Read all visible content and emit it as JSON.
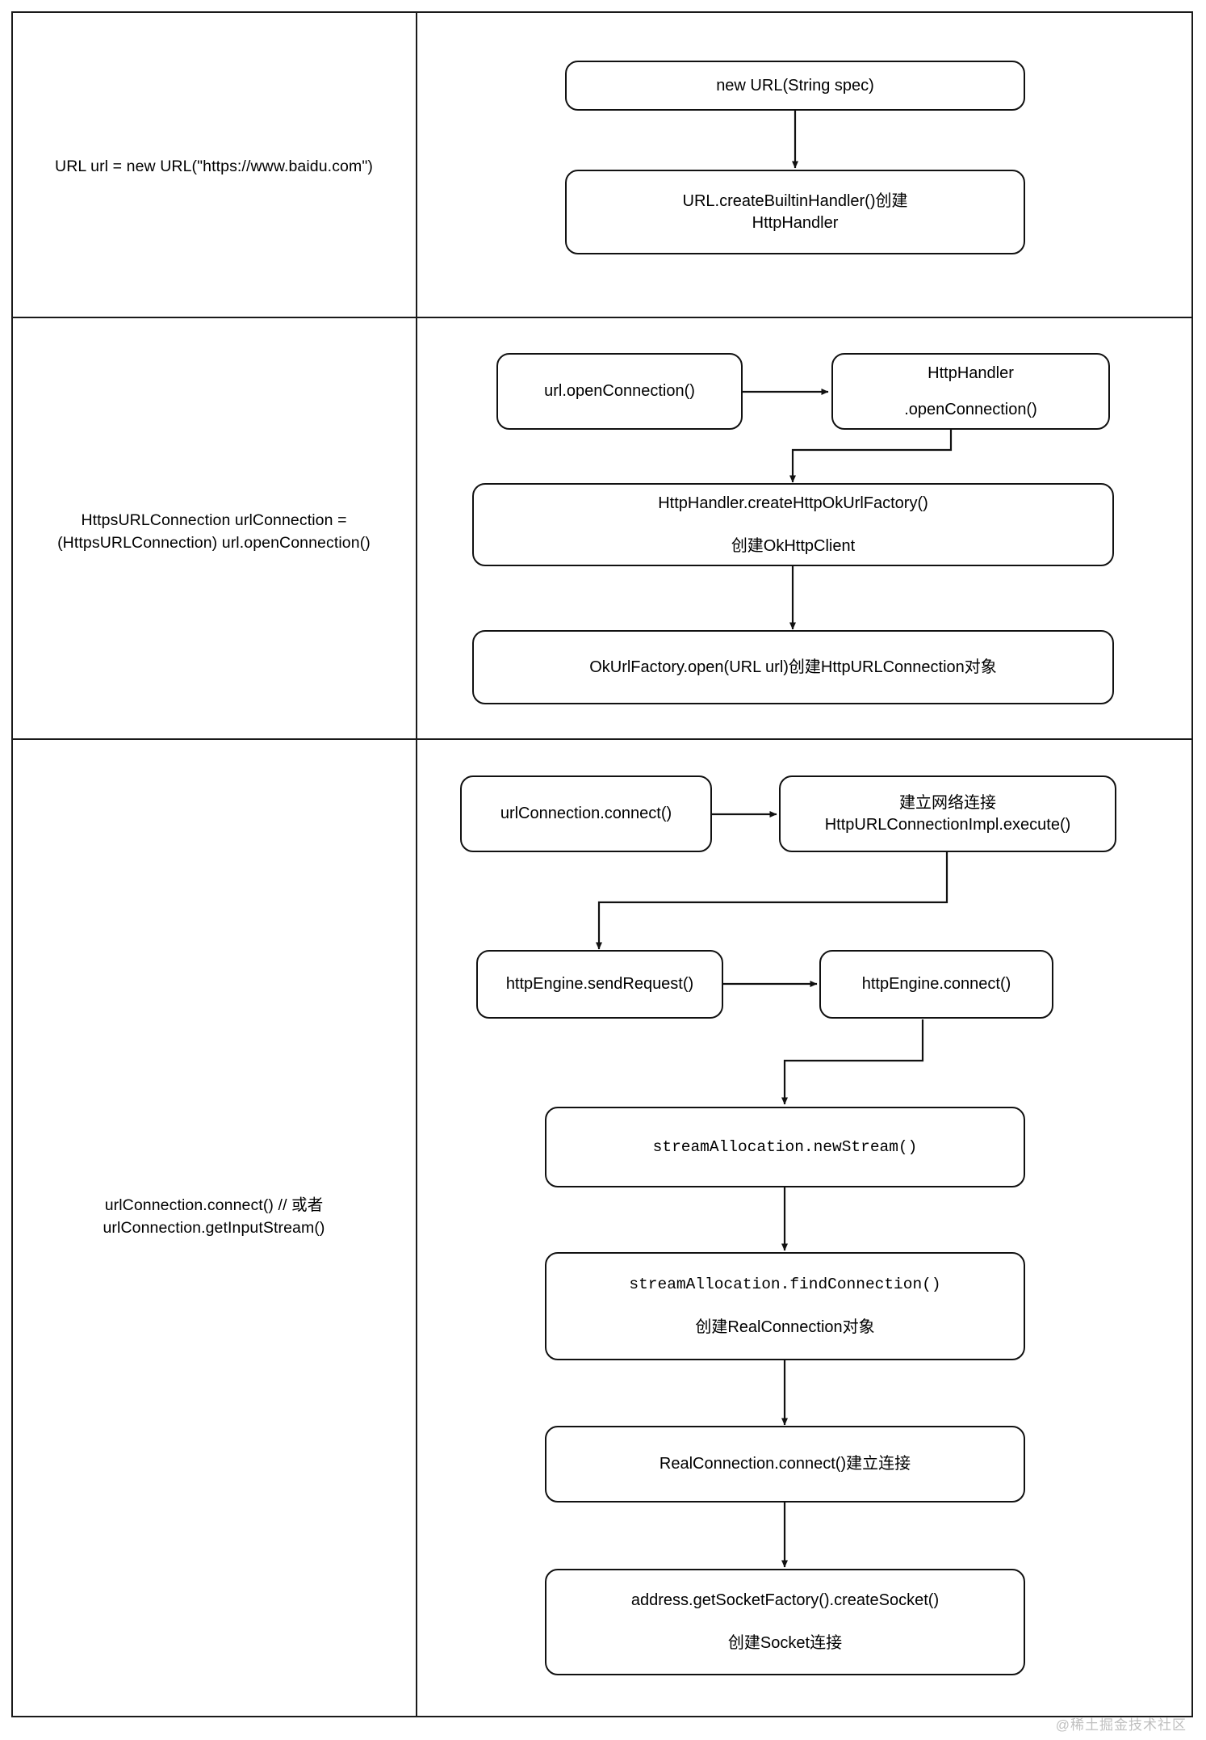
{
  "diagram": {
    "title_absent": true,
    "watermark": "@稀土掘金技术社区",
    "rows": [
      {
        "id": "row-1",
        "label": "URL url = new URL(\"https://www.baidu.com\")",
        "nodes": [
          {
            "id": "n1",
            "lines": [
              "new URL(String spec)"
            ],
            "mono": false
          },
          {
            "id": "n2",
            "lines": [
              "URL.createBuiltinHandler()创建",
              "HttpHandler"
            ],
            "mono": false
          }
        ],
        "edges": [
          {
            "from": "n1",
            "to": "n2",
            "kind": "straight-down"
          }
        ]
      },
      {
        "id": "row-2",
        "label": "HttpsURLConnection urlConnection =\n(HttpsURLConnection) url.openConnection()",
        "label_lines": [
          "HttpsURLConnection urlConnection =",
          "(HttpsURLConnection) url.openConnection()"
        ],
        "nodes": [
          {
            "id": "n3",
            "lines": [
              "url.openConnection()"
            ],
            "mono": false
          },
          {
            "id": "n4",
            "lines": [
              "HttpHandler",
              "",
              ".openConnection()"
            ],
            "mono": false
          },
          {
            "id": "n5",
            "lines": [
              "HttpHandler.createHttpOkUrlFactory()",
              "",
              "创建OkHttpClient"
            ],
            "mono": false
          },
          {
            "id": "n6",
            "lines": [
              "OkUrlFactory.open(URL url)创建HttpURLConnection对象"
            ],
            "mono": false
          }
        ],
        "edges": [
          {
            "from": "n3",
            "to": "n4",
            "kind": "straight-right"
          },
          {
            "from": "n4",
            "to": "n5",
            "kind": "elbow-down-left"
          },
          {
            "from": "n5",
            "to": "n6",
            "kind": "straight-down"
          }
        ]
      },
      {
        "id": "row-3",
        "label_lines": [
          "urlConnection.connect()",
          "// 或者",
          "urlConnection.getInputStream()"
        ],
        "nodes": [
          {
            "id": "n7",
            "lines": [
              "urlConnection.connect()"
            ],
            "mono": false
          },
          {
            "id": "n8",
            "lines": [
              "建立网络连接",
              "HttpURLConnectionImpl.execute()"
            ],
            "mono": false
          },
          {
            "id": "n9",
            "lines": [
              "httpEngine.sendRequest()"
            ],
            "mono": false
          },
          {
            "id": "n10",
            "lines": [
              "httpEngine.connect()"
            ],
            "mono": false
          },
          {
            "id": "n11",
            "lines": [
              "streamAllocation.newStream()"
            ],
            "mono": true
          },
          {
            "id": "n12",
            "lines": [
              "streamAllocation.findConnection()",
              "",
              "创建RealConnection对象"
            ],
            "mono": true,
            "mono_first_line_only": true
          },
          {
            "id": "n13",
            "lines": [
              "RealConnection.connect()建立连接"
            ],
            "mono": false
          },
          {
            "id": "n14",
            "lines": [
              "address.getSocketFactory().createSocket()",
              "",
              "创建Socket连接"
            ],
            "mono": false
          }
        ],
        "edges": [
          {
            "from": "n7",
            "to": "n8",
            "kind": "straight-right"
          },
          {
            "from": "n8",
            "to": "n9",
            "kind": "elbow-down-left"
          },
          {
            "from": "n9",
            "to": "n10",
            "kind": "straight-right"
          },
          {
            "from": "n10",
            "to": "n11",
            "kind": "elbow-down-left"
          },
          {
            "from": "n11",
            "to": "n12",
            "kind": "straight-down"
          },
          {
            "from": "n12",
            "to": "n13",
            "kind": "straight-down"
          },
          {
            "from": "n13",
            "to": "n14",
            "kind": "straight-down"
          }
        ]
      }
    ]
  },
  "colors": {
    "stroke": "#111111",
    "table_border": "#1a1a1a",
    "background": "#ffffff",
    "watermark": "#bfbfbf"
  },
  "text": {
    "r1_label": "URL url = new URL(\"https://www.baidu.com\")",
    "n1_l1": "new URL(String spec)",
    "n2_l1": "URL.createBuiltinHandler()创建",
    "n2_l2": "HttpHandler",
    "r2_label_l1": "HttpsURLConnection urlConnection =",
    "r2_label_l2": "(HttpsURLConnection) url.openConnection()",
    "n3_l1": "url.openConnection()",
    "n4_l1": "HttpHandler",
    "n4_l2": ".openConnection()",
    "n5_l1": "HttpHandler.createHttpOkUrlFactory()",
    "n5_l2": "创建OkHttpClient",
    "n6_l1": "OkUrlFactory.open(URL url)创建HttpURLConnection对象",
    "r3_label_l1": "urlConnection.connect()",
    "r3_label_l2": "// 或者",
    "r3_label_l3": "urlConnection.getInputStream()",
    "n7_l1": "urlConnection.connect()",
    "n8_l1": "建立网络连接",
    "n8_l2": "HttpURLConnectionImpl.execute()",
    "n9_l1": "httpEngine.sendRequest()",
    "n10_l1": "httpEngine.connect()",
    "n11_l1": "streamAllocation.newStream()",
    "n12_l1": "streamAllocation.findConnection()",
    "n12_l2": "创建RealConnection对象",
    "n13_l1": "RealConnection.connect()建立连接",
    "n14_l1": "address.getSocketFactory().createSocket()",
    "n14_l2": "创建Socket连接",
    "watermark": "@稀土掘金技术社区"
  }
}
